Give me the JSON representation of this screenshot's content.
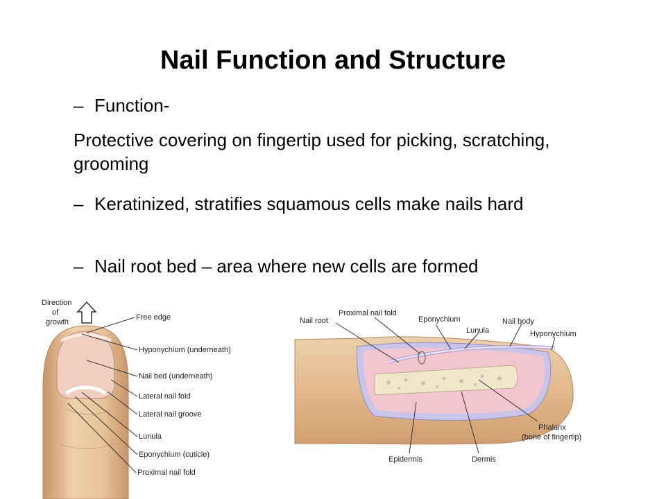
{
  "slide": {
    "title": "Nail Function and Structure",
    "bullets": [
      {
        "dash": "–",
        "text": "Function-"
      },
      {
        "text": "Protective covering on fingertip used for picking, scratching, grooming"
      },
      {
        "dash": "–",
        "text": "Keratinized, stratifies squamous cells make nails hard"
      },
      {
        "dash": "–",
        "text": "Nail root bed – area where new cells are formed"
      }
    ]
  },
  "left_figure": {
    "growth_label": [
      "Direction",
      "of",
      "growth"
    ],
    "labels": [
      "Free edge",
      "Hyponychium (underneath)",
      "Nail bed (underneath)",
      "Lateral nail fold",
      "Lateral nail groove",
      "Lunula",
      "Eponychium (cuticle)",
      "Proximal nail fold"
    ]
  },
  "right_figure": {
    "labels": {
      "nail_root": "Nail root",
      "proximal_nail_fold": "Proximal nail fold",
      "eponychium": "Eponychium",
      "lunula": "Lunula",
      "nail_body": "Nail body",
      "hyponychium": "Hyponychium",
      "phalanx": "Phalanx",
      "phalanx_sub": "(bone of fingertip)",
      "epidermis": "Epidermis",
      "dermis": "Dermis"
    }
  },
  "colors": {
    "skin": "#e8c49a",
    "skin_dark": "#c99468",
    "nail": "#f0c8b8",
    "pink": "#f3c6cf",
    "bone": "#efe6cc",
    "layer": "#b6b6e0"
  }
}
